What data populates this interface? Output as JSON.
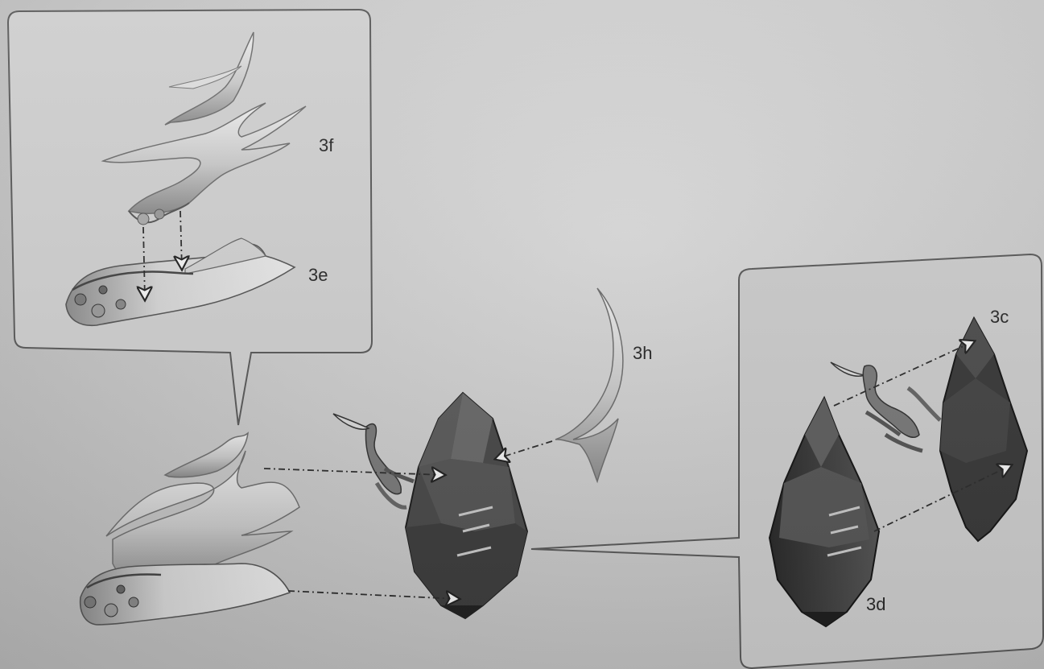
{
  "labels": {
    "part_3f": "3f",
    "part_3e": "3e",
    "part_3h": "3h",
    "part_3c": "3c",
    "part_3d": "3d"
  },
  "colors": {
    "page": "#d2d2d2",
    "callout_fill": "#c9c9c9",
    "callout_border": "#555555",
    "crystal_dark": "#2e2e2e",
    "crystal_mid": "#5a5a5a",
    "horn_light": "#e2e2e2",
    "horn_shade": "#8f8f8f",
    "guide_line": "#3a3a3a"
  },
  "icons": [
    "dashed-dot-arrow",
    "crystal-shape",
    "horn-shape",
    "branch-shape"
  ]
}
